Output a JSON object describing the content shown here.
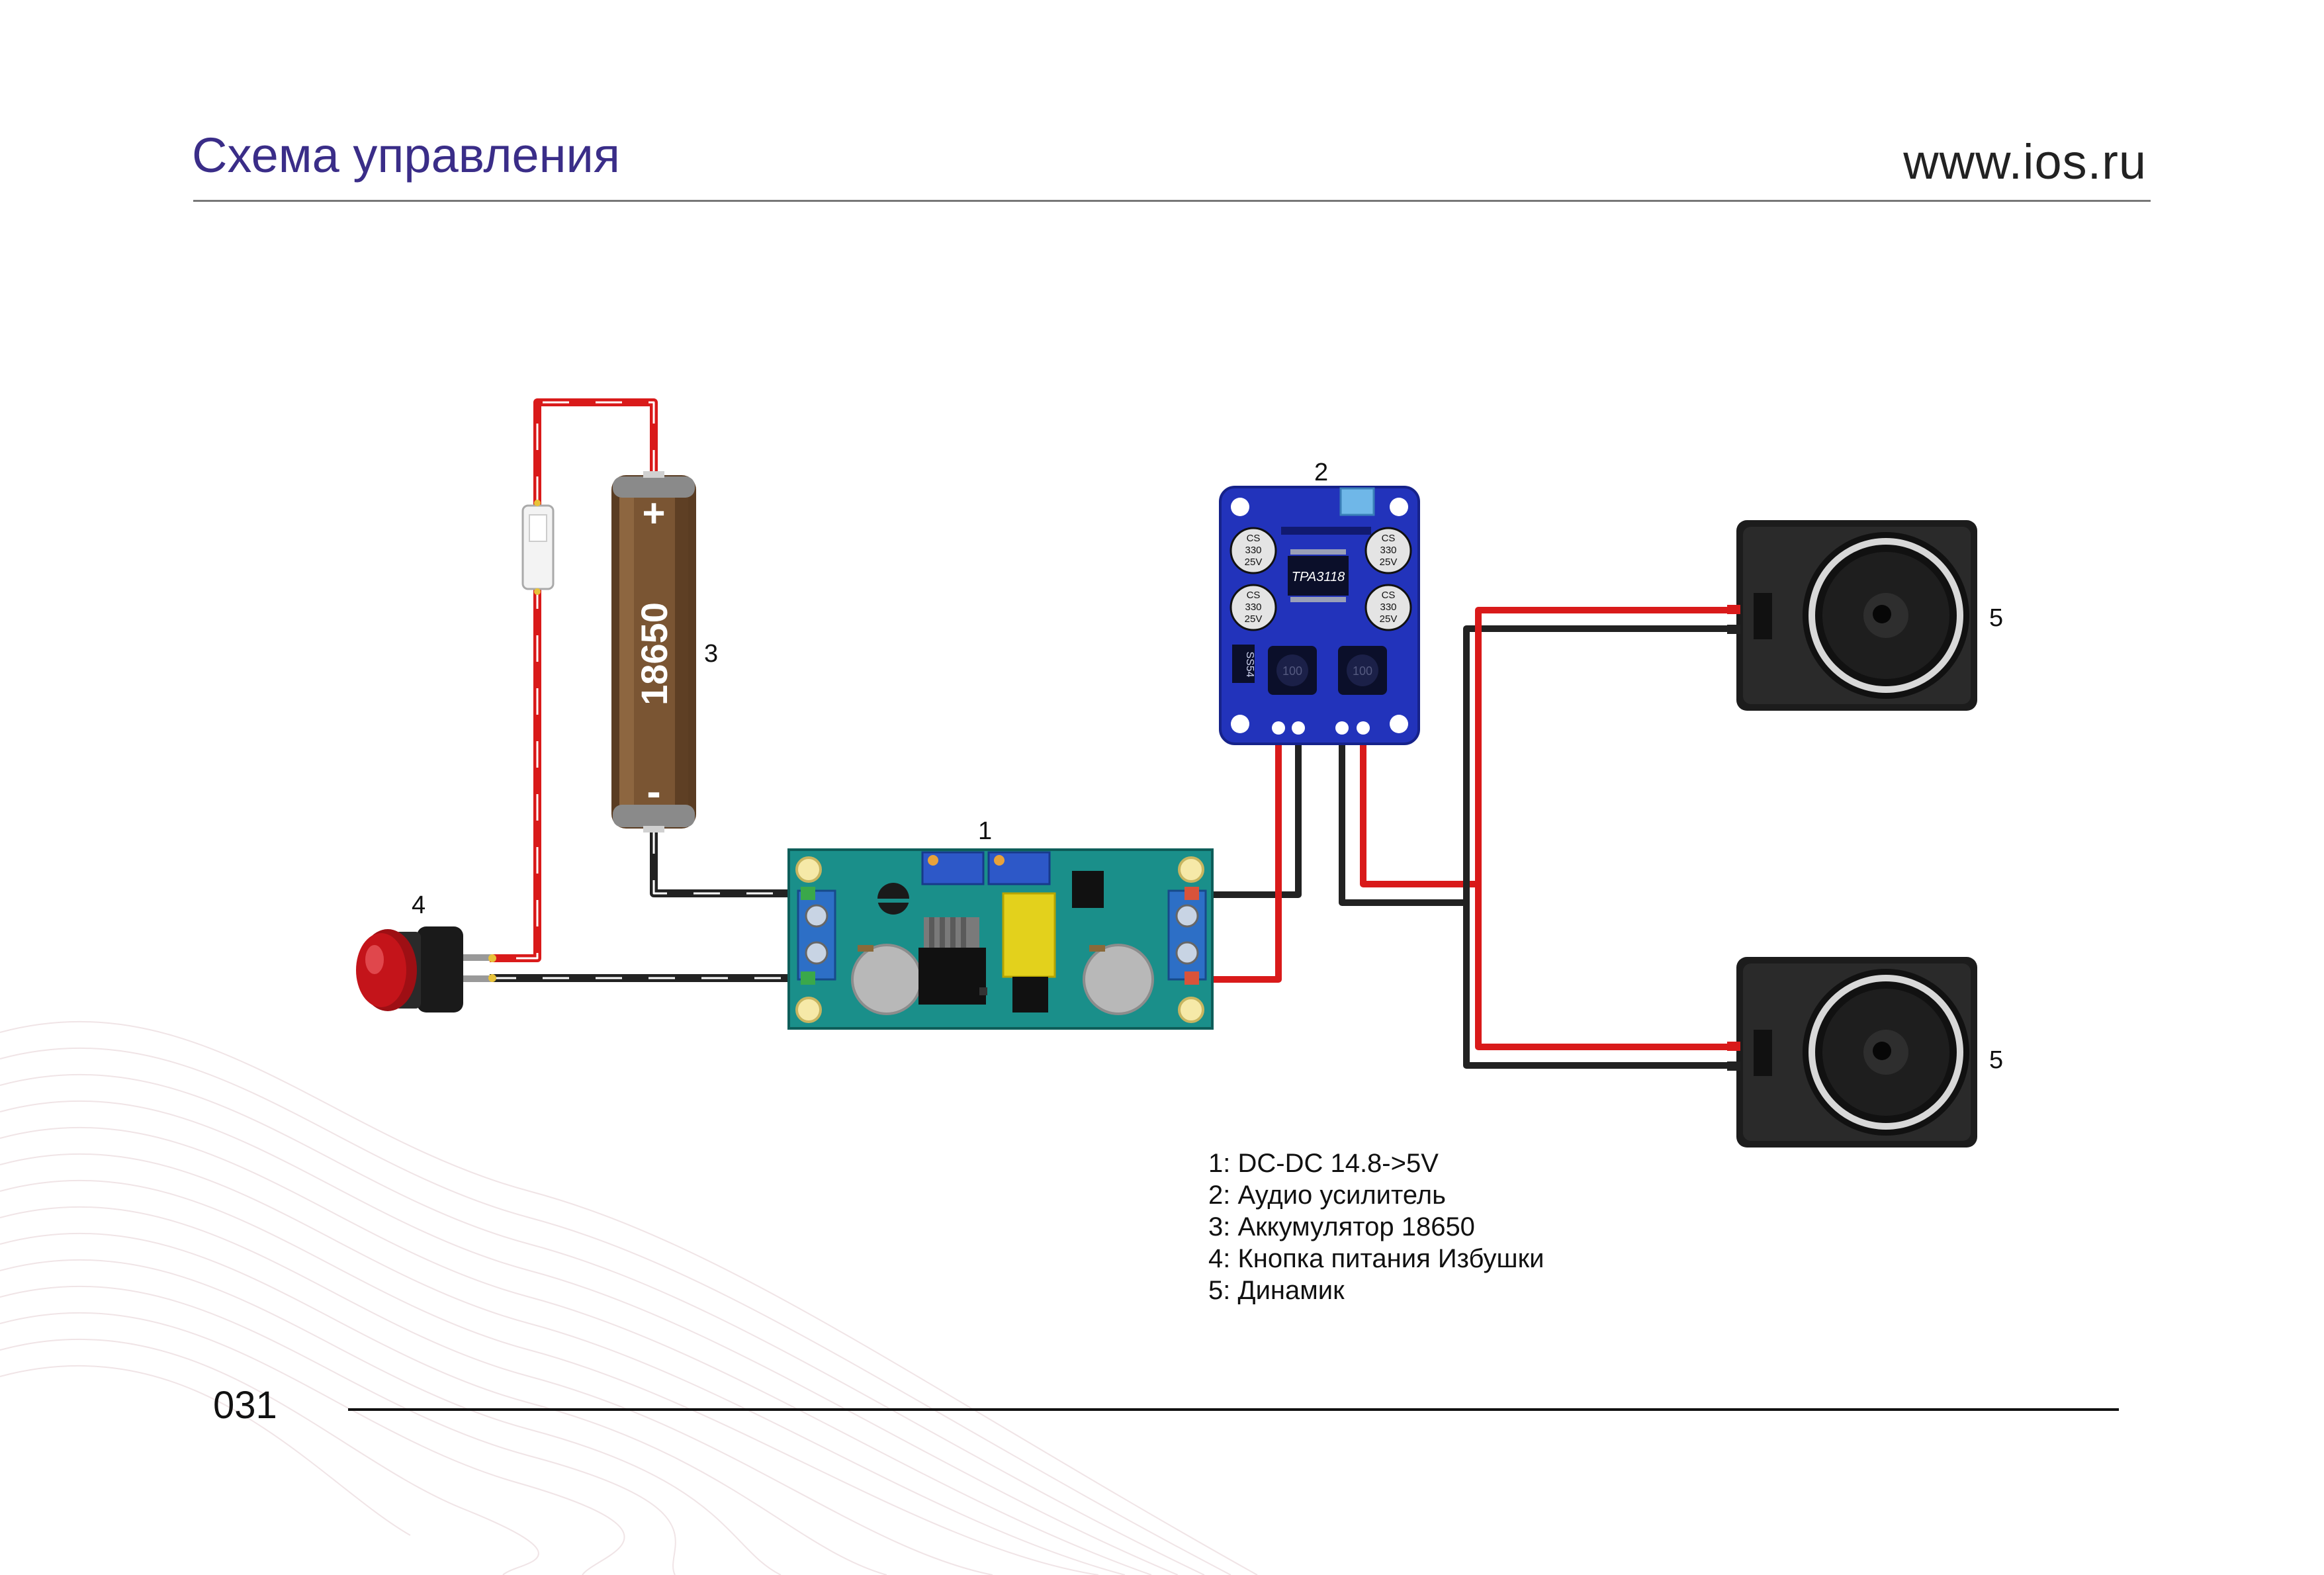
{
  "header": {
    "title": "Схема управления",
    "website": "www.ios.ru"
  },
  "footer": {
    "page_number": "031"
  },
  "components": {
    "dcdc": {
      "number": "1"
    },
    "amplifier": {
      "number": "2",
      "chip_label": "TPA3118",
      "capacitor_label_1": "CS",
      "capacitor_label_2": "330",
      "capacitor_label_3": "25V",
      "diode_label": "SS54",
      "inductor_label": "100"
    },
    "battery": {
      "number": "3",
      "label": "18650",
      "plus": "+",
      "minus": "-"
    },
    "button": {
      "number": "4"
    },
    "speaker_top": {
      "number": "5"
    },
    "speaker_bottom": {
      "number": "5"
    }
  },
  "legend": [
    "1: DC-DC 14.8->5V",
    "2: Аудио усилитель",
    "3: Аккумулятор 18650",
    "4: Кнопка питания Избушки",
    "5: Динамик"
  ],
  "colors": {
    "title": "#3a2d88",
    "wire_positive": "#d91a1a",
    "wire_negative": "#222222",
    "dcdc_board": "#1a8f8a",
    "amp_board": "#2233bb",
    "battery_body": "#6b4a2e",
    "button_cap": "#c4141a"
  }
}
